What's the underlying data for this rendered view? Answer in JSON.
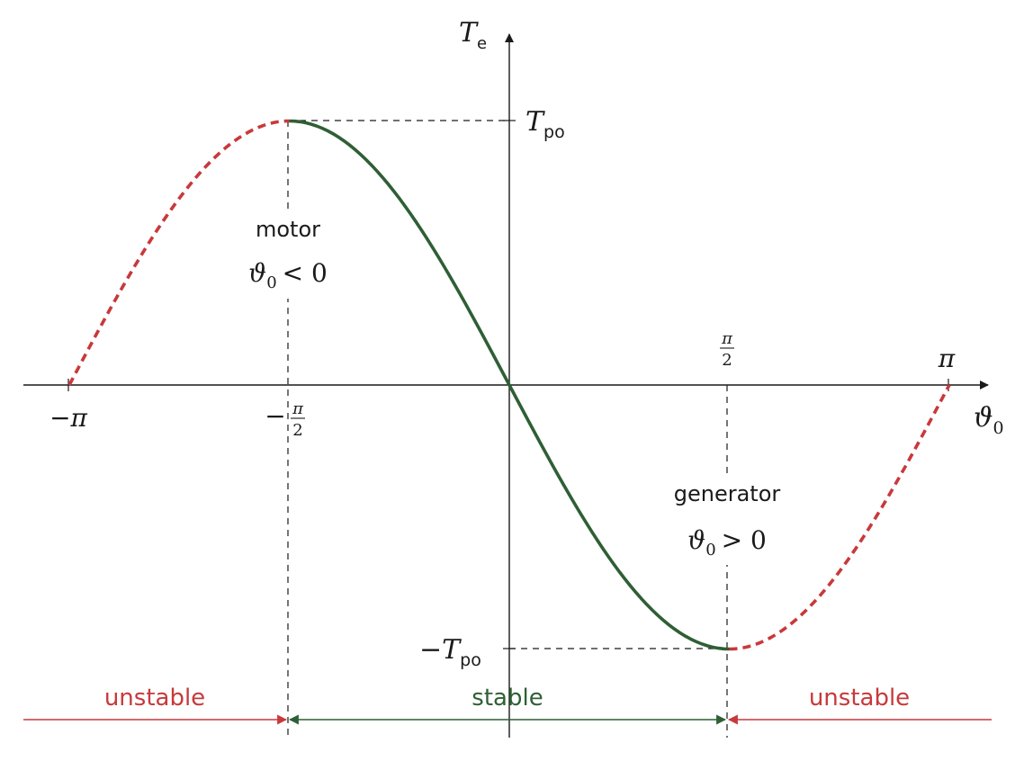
{
  "axes": {
    "y_label_main": "T",
    "y_label_sub": "e",
    "x_label_main": "ϑ",
    "x_label_sub": "0"
  },
  "ticks": {
    "neg_pi": "−π",
    "pi": "π",
    "half_num": "π",
    "half_den": "2",
    "minus": "−",
    "tpo_main": "T",
    "tpo_sub": "po",
    "neg_tpo_minus": "−",
    "neg_tpo_main": "T",
    "neg_tpo_sub": "po"
  },
  "annotations": {
    "motor_label": "motor",
    "motor_cond_main": "ϑ",
    "motor_cond_sub": "0",
    "motor_cond_rel": "< 0",
    "generator_label": "generator",
    "generator_cond_main": "ϑ",
    "generator_cond_sub": "0",
    "generator_cond_rel": "> 0"
  },
  "regions": {
    "left": "unstable",
    "middle": "stable",
    "right": "unstable"
  },
  "colors": {
    "stable": "#2f5f35",
    "unstable": "#c8393b",
    "axis": "#1a1a1a"
  },
  "curve": {
    "function": "T_e = -T_po · sin(ϑ0)",
    "x_range": [
      -3.14159,
      3.14159
    ],
    "stable_range": [
      -1.5708,
      1.5708
    ],
    "peak": 1,
    "trough": -1
  }
}
